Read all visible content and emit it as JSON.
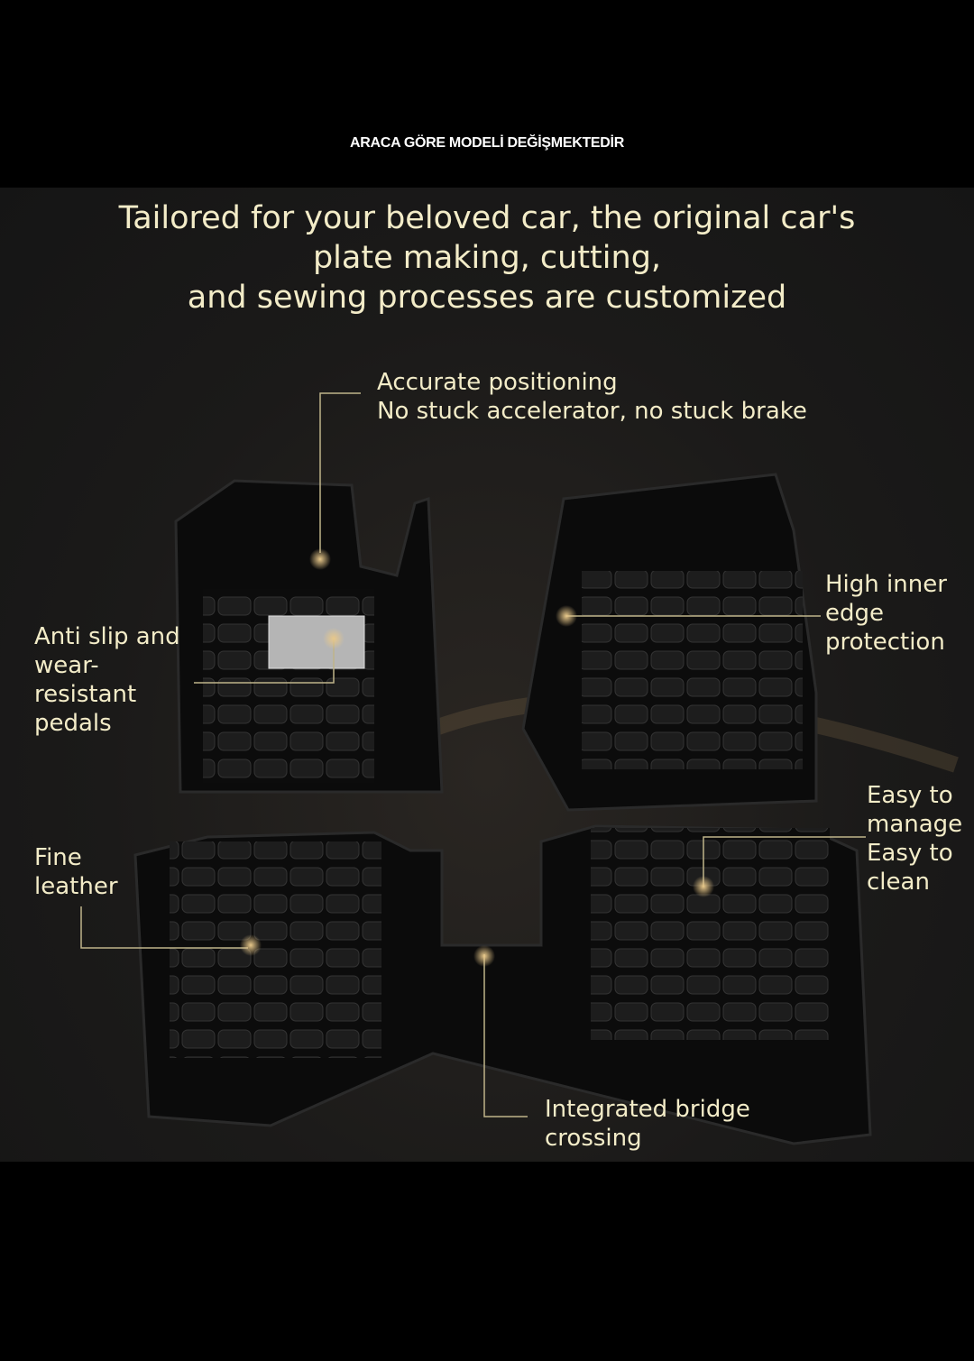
{
  "banner": "ARACA GÖRE MODELİ DEĞİŞMEKTEDİR",
  "title": [
    "Tailored for your beloved car, the original car's",
    "plate making, cutting,",
    "and sewing processes are customized"
  ],
  "callouts": {
    "positioning": [
      "Accurate positioning",
      "No stuck accelerator, no stuck brake"
    ],
    "edge": [
      "High inner",
      "edge",
      "protection"
    ],
    "pedals": [
      "Anti slip and",
      "wear-",
      "resistant",
      "pedals"
    ],
    "leather": [
      "Fine",
      "leather"
    ],
    "clean": [
      "Easy to",
      "manage",
      "Easy to",
      "clean"
    ],
    "bridge": [
      "Integrated bridge",
      "crossing"
    ]
  },
  "colors": {
    "text": "#f3ecc8",
    "line": "#bfb48a"
  }
}
